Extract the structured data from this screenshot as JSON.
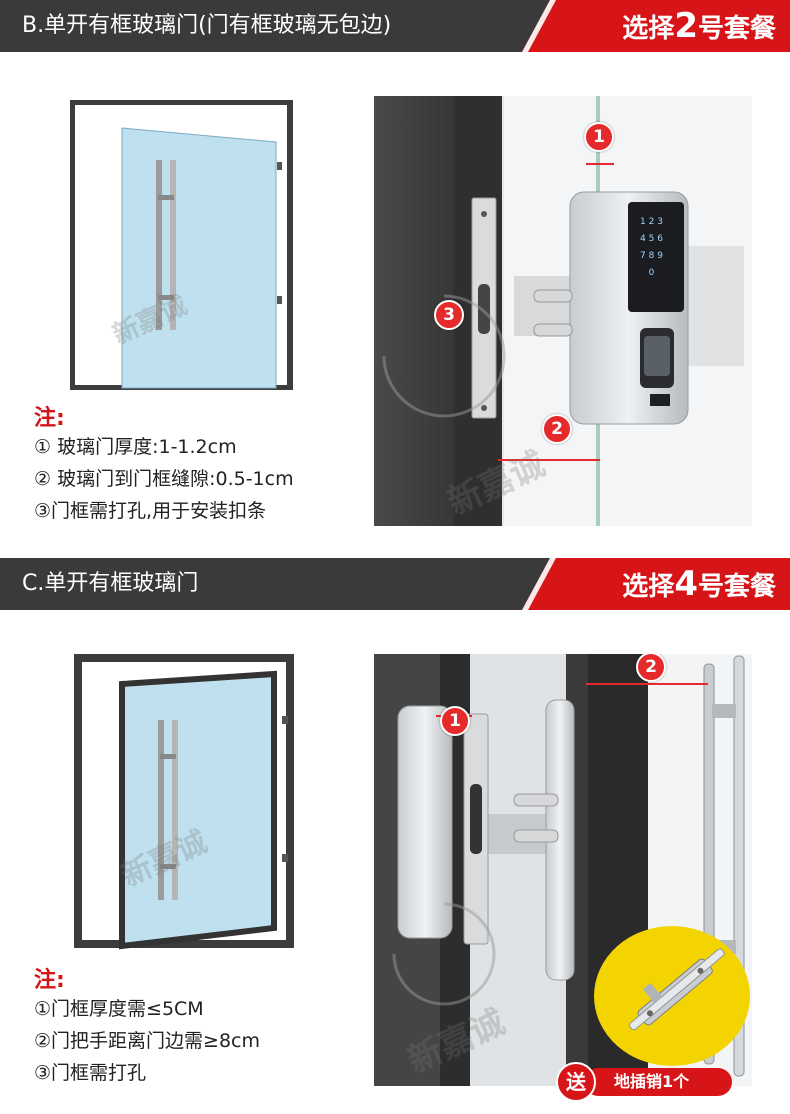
{
  "section_b": {
    "title": "B.单开有框玻璃门(门有框玻璃无包边)",
    "badge_prefix": "选择",
    "badge_num": "2",
    "badge_suffix": "号套餐",
    "note_title": "注:",
    "notes": [
      "① 玻璃门厚度:1-1.2cm",
      "② 玻璃门到门框缝隙:0.5-1cm",
      "③门框需打孔,用于安装扣条"
    ],
    "markers": [
      "1",
      "2",
      "3"
    ],
    "watermark": "新嘉诚"
  },
  "section_c": {
    "title": "C.单开有框玻璃门",
    "badge_prefix": "选择",
    "badge_num": "4",
    "badge_suffix": "号套餐",
    "note_title": "注:",
    "notes": [
      "①门框厚度需≤5CM",
      "②门把手距离门边需≥8cm",
      "③门框需打孔"
    ],
    "markers": [
      "1",
      "2"
    ],
    "watermark": "新嘉诚",
    "gift_label": "送",
    "gift_text": "地插销1个"
  },
  "keypad": {
    "keys": [
      "1",
      "2",
      "3",
      "4",
      "5",
      "6",
      "7",
      "8",
      "9",
      "0"
    ]
  },
  "colors": {
    "banner": "#3a3a3a",
    "accent_red": "#d71518",
    "glass": "#bfe1ef",
    "frame": "#3c3c3c"
  }
}
